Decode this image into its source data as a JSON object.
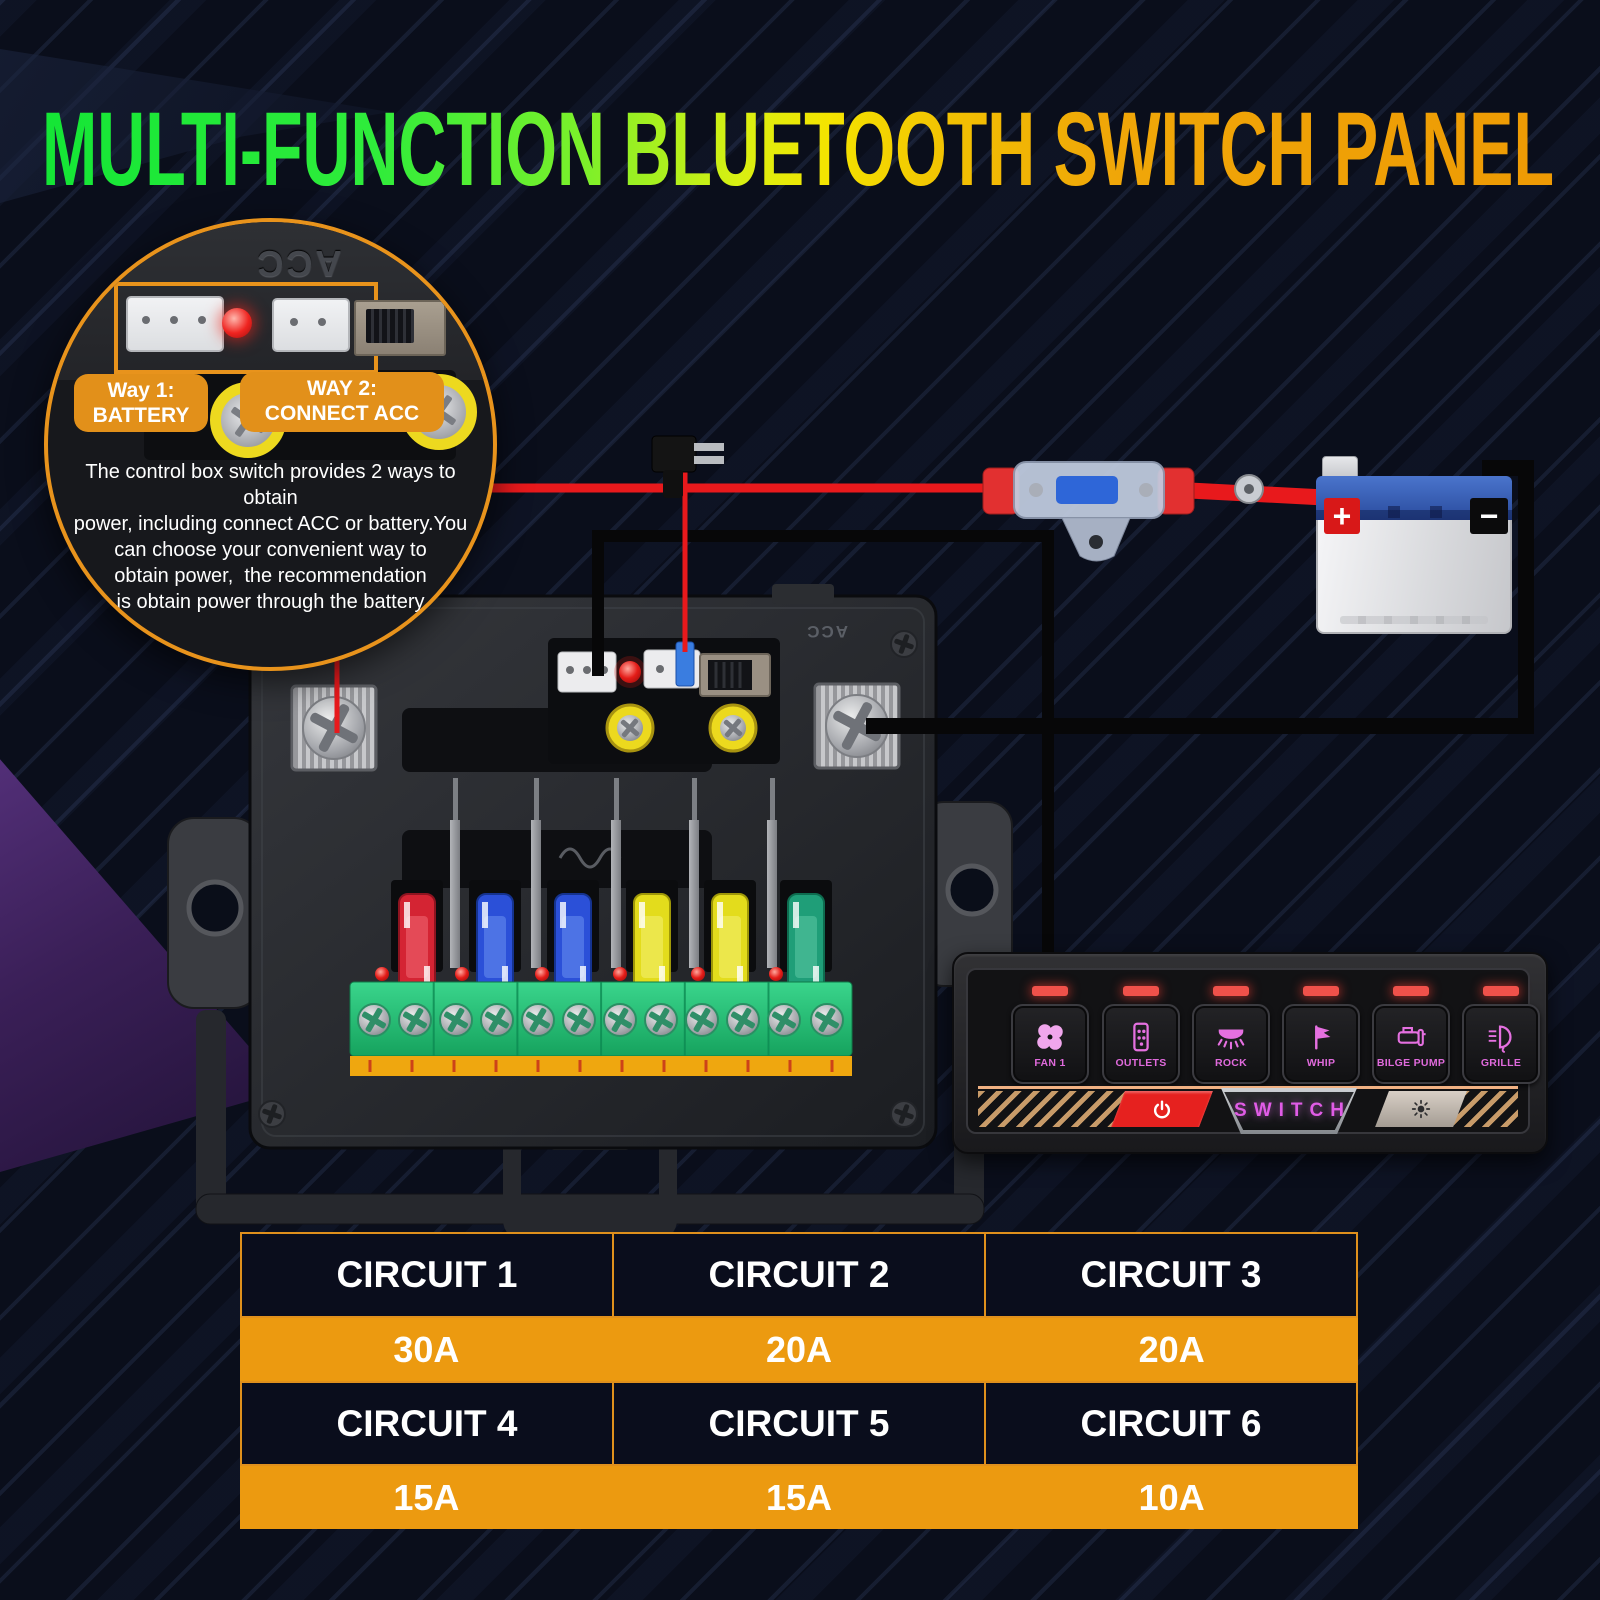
{
  "title": {
    "text": "MULTI-FUNCTION BLUETOOTH SWITCH PANEL"
  },
  "inset": {
    "embossed_label": "ACC",
    "way1_line1": "Way 1:",
    "way1_line2": "BATTERY",
    "way2_line1": "WAY 2:",
    "way2_line2": "CONNECT ACC",
    "para_line1": "The control box switch provides 2 ways to obtain",
    "para_line2": "power, including connect ACC or battery.You",
    "para_line3": "can choose your convenient way to",
    "para_line4": "obtain power,  the recommendation",
    "para_line5": "is obtain power through the battery"
  },
  "control_box": {
    "embossed_label": "ACC"
  },
  "battery": {
    "positive_label": "+",
    "negative_label": "−"
  },
  "switch_panel": {
    "buttons": [
      {
        "label": "FAN 1"
      },
      {
        "label": "OUTLETS"
      },
      {
        "label": "ROCK"
      },
      {
        "label": "WHIP"
      },
      {
        "label": "BILGE PUMP"
      },
      {
        "label": "GRILLE"
      }
    ],
    "switch_label": "SWITCH"
  },
  "spec_table": {
    "rows": [
      {
        "c1": "CIRCUIT 1",
        "c2": "CIRCUIT 2",
        "c3": "CIRCUIT 3"
      },
      {
        "c1": "30A",
        "c2": "20A",
        "c3": "20A"
      },
      {
        "c1": "CIRCUIT 4",
        "c2": "CIRCUIT 5",
        "c3": "CIRCUIT 6"
      },
      {
        "c1": "15A",
        "c2": "15A",
        "c3": "10A"
      }
    ]
  },
  "colors": {
    "accent_orange": "#E8931C",
    "table_orange": "#EC9A10",
    "title_green": "#1BE93C",
    "title_yellow": "#F2E800",
    "title_orange": "#F0A008",
    "panel_pink": "#E06ADC",
    "indicator_red": "#EF4C42",
    "wire_red": "#E8191C",
    "wire_black": "#0A0A0B"
  }
}
